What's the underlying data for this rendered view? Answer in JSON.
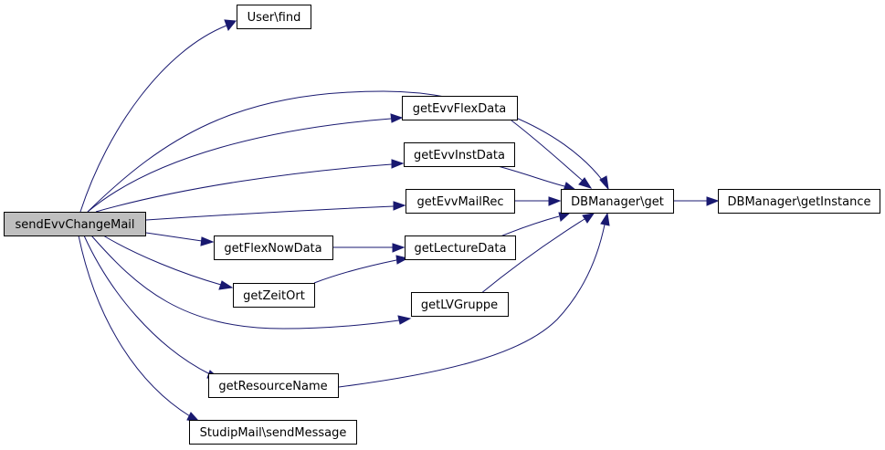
{
  "nodes": {
    "send": {
      "label": "sendEvvChangeMail",
      "fill": "#bfbfbf"
    },
    "userfind": {
      "label": "User\\find",
      "fill": "#ffffff"
    },
    "flexdata": {
      "label": "getEvvFlexData",
      "fill": "#ffffff"
    },
    "instdata": {
      "label": "getEvvInstData",
      "fill": "#ffffff"
    },
    "mailrec": {
      "label": "getEvvMailRec",
      "fill": "#ffffff"
    },
    "flexnow": {
      "label": "getFlexNowData",
      "fill": "#ffffff"
    },
    "lecture": {
      "label": "getLectureData",
      "fill": "#ffffff"
    },
    "zeitort": {
      "label": "getZeitOrt",
      "fill": "#ffffff"
    },
    "lvgruppe": {
      "label": "getLVGruppe",
      "fill": "#ffffff"
    },
    "resource": {
      "label": "getResourceName",
      "fill": "#ffffff"
    },
    "studip": {
      "label": "StudipMail\\sendMessage",
      "fill": "#ffffff"
    },
    "dbget": {
      "label": "DBManager\\get",
      "fill": "#ffffff"
    },
    "dbinstance": {
      "label": "DBManager\\getInstance",
      "fill": "#ffffff"
    }
  },
  "edges": [
    {
      "from": "sendEvvChangeMail",
      "to": "User\\find"
    },
    {
      "from": "sendEvvChangeMail",
      "to": "DBManager\\get"
    },
    {
      "from": "sendEvvChangeMail",
      "to": "getEvvFlexData"
    },
    {
      "from": "sendEvvChangeMail",
      "to": "getEvvInstData"
    },
    {
      "from": "sendEvvChangeMail",
      "to": "getEvvMailRec"
    },
    {
      "from": "sendEvvChangeMail",
      "to": "getFlexNowData"
    },
    {
      "from": "sendEvvChangeMail",
      "to": "getZeitOrt"
    },
    {
      "from": "sendEvvChangeMail",
      "to": "getLVGruppe"
    },
    {
      "from": "sendEvvChangeMail",
      "to": "getResourceName"
    },
    {
      "from": "sendEvvChangeMail",
      "to": "StudipMail\\sendMessage"
    },
    {
      "from": "getEvvFlexData",
      "to": "DBManager\\get"
    },
    {
      "from": "getEvvInstData",
      "to": "DBManager\\get"
    },
    {
      "from": "getEvvMailRec",
      "to": "DBManager\\get"
    },
    {
      "from": "getLectureData",
      "to": "DBManager\\get"
    },
    {
      "from": "getLVGruppe",
      "to": "DBManager\\get"
    },
    {
      "from": "getResourceName",
      "to": "DBManager\\get"
    },
    {
      "from": "getFlexNowData",
      "to": "getLectureData"
    },
    {
      "from": "getZeitOrt",
      "to": "getLectureData"
    },
    {
      "from": "DBManager\\get",
      "to": "DBManager\\getInstance"
    }
  ],
  "colors": {
    "edge": "#191970",
    "node_border": "#000000",
    "root_fill": "#bfbfbf"
  }
}
